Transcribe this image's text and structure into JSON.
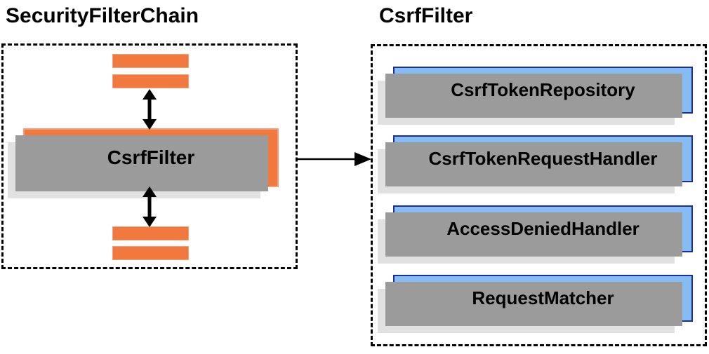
{
  "diagram": {
    "left_panel": {
      "title": "SecurityFilterChain",
      "filter_box_label": "CsrfFilter",
      "top_placeholder_bar_count": 2,
      "bottom_placeholder_bar_count": 2
    },
    "right_panel": {
      "title": "CsrfFilter",
      "components": [
        {
          "label": "CsrfTokenRepository"
        },
        {
          "label": "CsrfTokenRequestHandler"
        },
        {
          "label": "AccessDeniedHandler"
        },
        {
          "label": "RequestMatcher"
        }
      ]
    },
    "colors": {
      "orange_fill": "#F2793D",
      "orange_border": "#F69C7A",
      "blue_fill": "#85BCF4",
      "blue_border": "#1B2C9B",
      "shadow_dark": "#9B9B9B",
      "shadow_light": "#E1E1E1",
      "arrow": "#000000",
      "dash": "#000000"
    }
  }
}
